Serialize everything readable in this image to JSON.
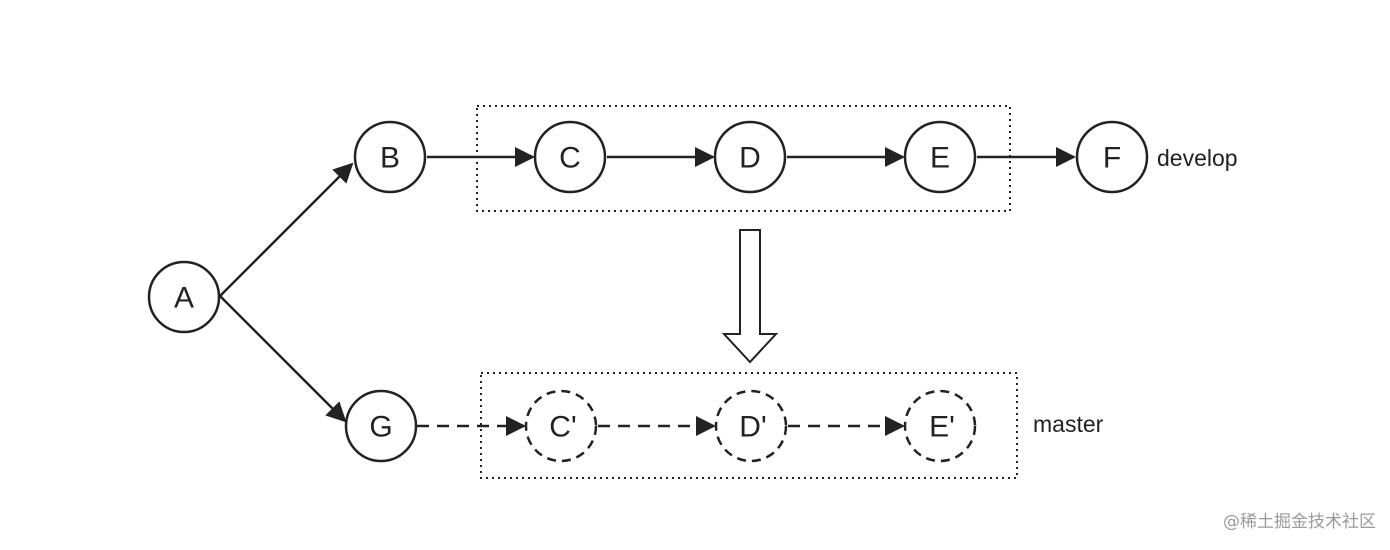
{
  "nodes": {
    "A": "A",
    "B": "B",
    "C": "C",
    "D": "D",
    "E": "E",
    "F": "F",
    "G": "G",
    "C_prime": "C'",
    "D_prime": "D'",
    "E_prime": "E'"
  },
  "branches": {
    "develop": "develop",
    "master": "master"
  },
  "watermark": "@稀土掘金技术社区",
  "colors": {
    "stroke": "#222222",
    "background": "#ffffff",
    "watermark": "#9a9a9a"
  }
}
